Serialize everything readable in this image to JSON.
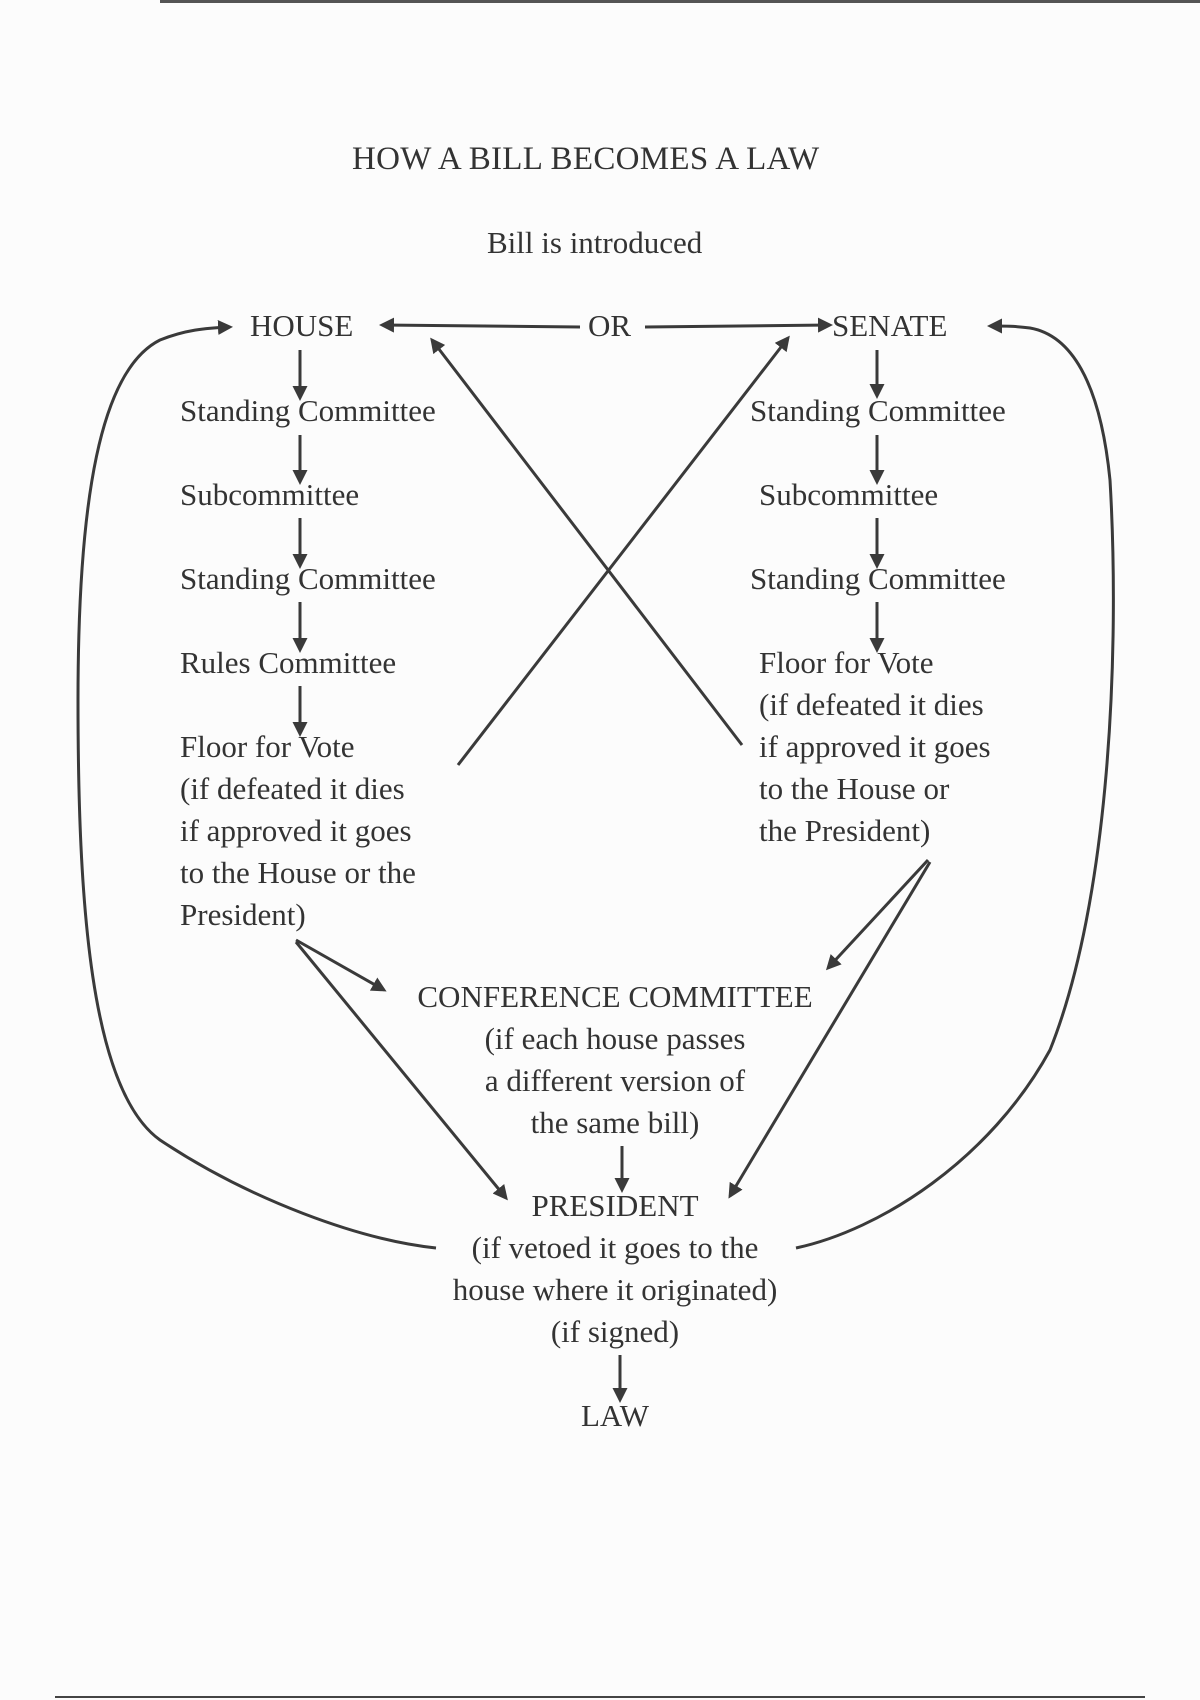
{
  "title": "HOW A BILL BECOMES A LAW",
  "start": "Bill is introduced",
  "or_label": "OR",
  "house": {
    "label": "HOUSE",
    "steps": [
      "Standing Committee",
      "Subcommittee",
      "Standing Committee",
      "Rules Committee"
    ],
    "floor": [
      "Floor for Vote",
      "(if defeated it dies",
      "if approved it goes",
      "to the House or the",
      "President)"
    ]
  },
  "senate": {
    "label": "SENATE",
    "steps": [
      "Standing Committee",
      "Subcommittee",
      "Standing Committee"
    ],
    "floor": [
      "Floor for Vote",
      "(if defeated it dies",
      "if approved it goes",
      "to the House or",
      "the President)"
    ]
  },
  "conference": {
    "label": "CONFERENCE COMMITTEE",
    "note": [
      "(if each house passes",
      "a different version of",
      "the same bill)"
    ]
  },
  "president": {
    "label": "PRESIDENT",
    "note": [
      "(if vetoed it goes to the",
      "house where it originated)",
      "(if signed)"
    ]
  },
  "law": "LAW"
}
